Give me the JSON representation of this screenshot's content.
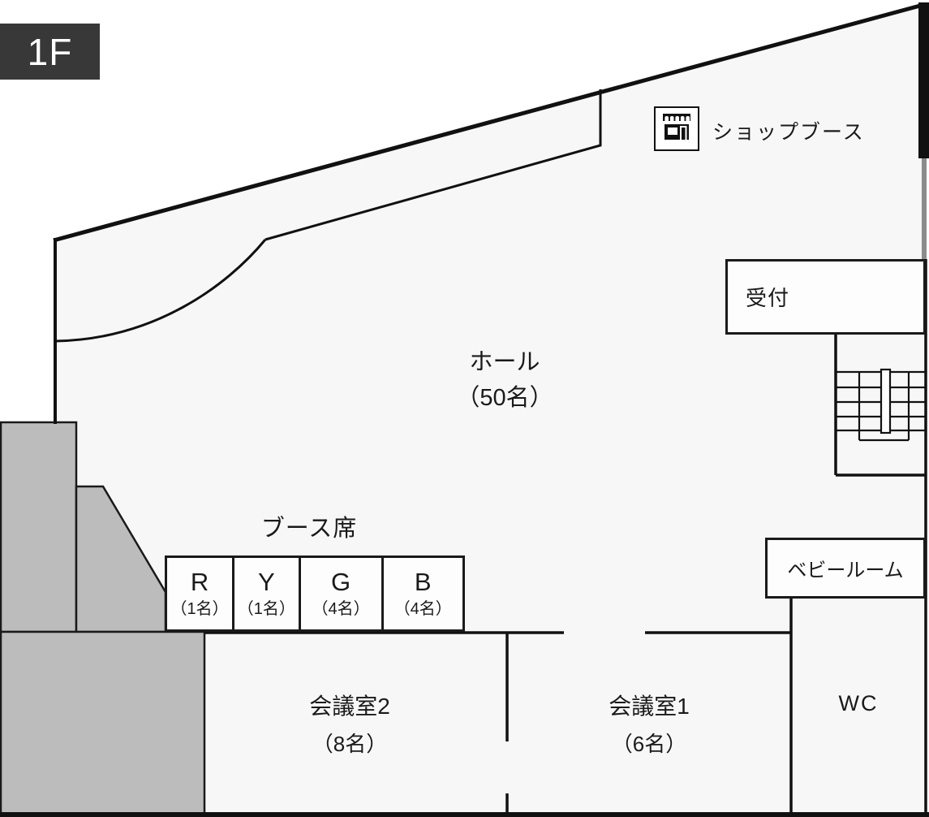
{
  "floor": {
    "label": "1F"
  },
  "areas": {
    "shop_booth": {
      "label": "ショップブース",
      "icon": "storefront-icon"
    },
    "reception": {
      "label": "受付"
    },
    "hall": {
      "name": "ホール",
      "capacity": "（50名）"
    },
    "booth_seats": {
      "label": "ブース席",
      "items": [
        {
          "letter": "R",
          "capacity": "（1名）"
        },
        {
          "letter": "Y",
          "capacity": "（1名）"
        },
        {
          "letter": "G",
          "capacity": "（4名）"
        },
        {
          "letter": "B",
          "capacity": "（4名）"
        }
      ]
    },
    "meeting_room_2": {
      "name": "会議室2",
      "capacity": "（8名）"
    },
    "meeting_room_1": {
      "name": "会議室1",
      "capacity": "（6名）"
    },
    "baby_room": {
      "label": "ベビールーム"
    },
    "wc": {
      "label": "WC"
    }
  },
  "colors": {
    "wall": "#111111",
    "floor_fill": "#f7f7f7",
    "room_fill": "#fdfdfd",
    "blocked_area": "#bcbcbc",
    "badge_bg": "#383838",
    "right_gray_bar": "#8c8c8c"
  }
}
